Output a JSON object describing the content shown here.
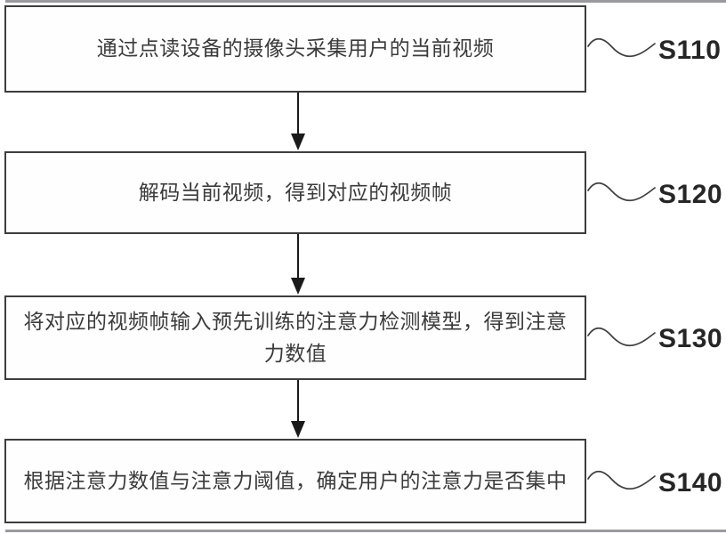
{
  "flowchart": {
    "title_hint": "attention-detection method flowchart (patent style)",
    "steps": [
      {
        "label": "S110",
        "text": "通过点读设备的摄像头采集用户的当前视频"
      },
      {
        "label": "S120",
        "text": "解码当前视频，得到对应的视频帧"
      },
      {
        "label": "S130",
        "text": "将对应的视频帧输入预先训练的注意力检测模型，得到注意力数值"
      },
      {
        "label": "S140",
        "text": "根据注意力数值与注意力阈值，确定用户的注意力是否集中"
      }
    ],
    "connector_style": "wavy-tilde-line",
    "colors": {
      "background": "#ffffff",
      "box_border": "#3d3d3d",
      "box_fill": "#fefefe",
      "text": "#3b3b3b",
      "label_text": "#262626",
      "arrow": "#1a1a1a",
      "edge_rule": "#9a9a9e"
    }
  }
}
